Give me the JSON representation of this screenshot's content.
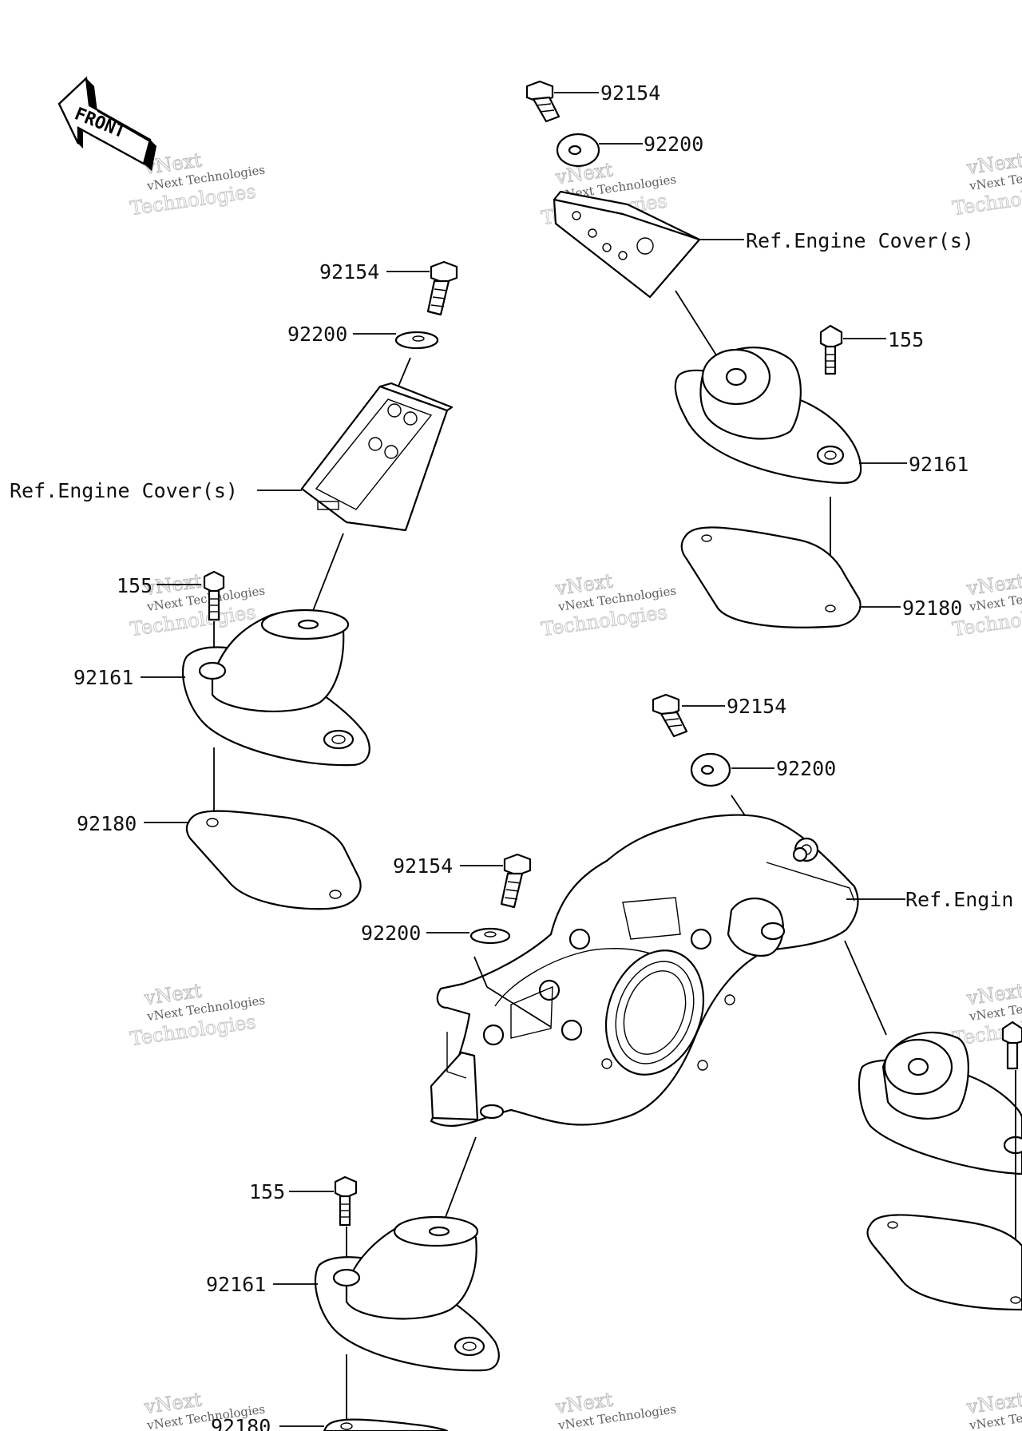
{
  "diagram": {
    "front_label": "FRONT",
    "watermark": {
      "line1": "vNext Technologies",
      "line2": "Technologies",
      "line3": "vNext"
    },
    "labels": {
      "top_bolt": "92154",
      "top_washer": "92200",
      "top_ref": "Ref.Engine Cover(s)",
      "top_bolt155": "155",
      "top_mount": "92161",
      "top_plate": "92180",
      "left_bolt": "92154",
      "left_washer": "92200",
      "left_ref": "Ref.Engine Cover(s)",
      "left_bolt155": "155",
      "left_mount": "92161",
      "left_plate": "92180",
      "mid_bolt": "92154",
      "mid_washer": "92200",
      "mid_ref": "Ref.Engin",
      "center_bolt": "92154",
      "center_washer": "92200",
      "bottom_bolt155": "155",
      "bottom_mount": "92161",
      "bottom_plate": "92180"
    }
  }
}
